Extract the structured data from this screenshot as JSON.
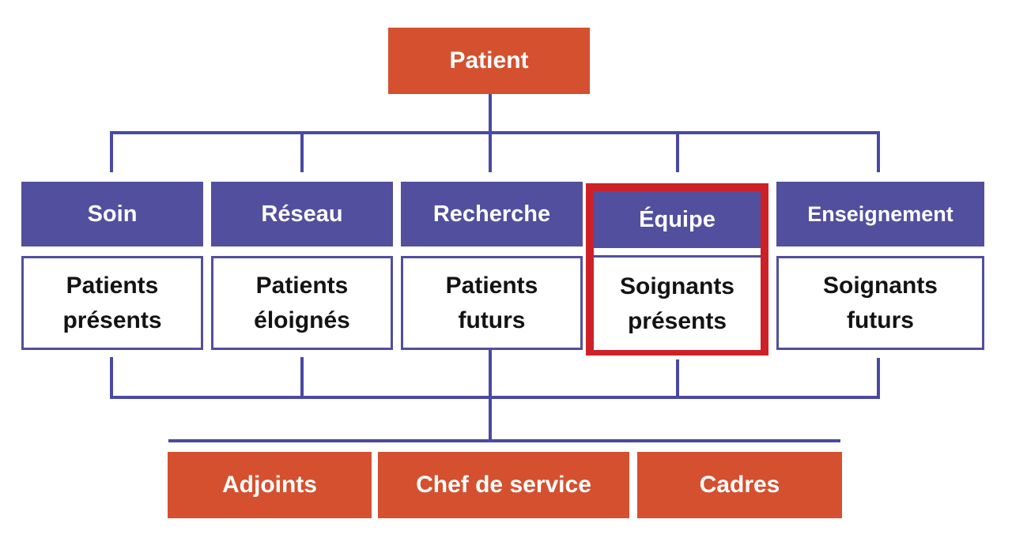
{
  "diagram": {
    "root": {
      "label": "Patient"
    },
    "columns": [
      {
        "header": "Soin",
        "sub_line1": "Patients",
        "sub_line2": "présents",
        "highlighted": false
      },
      {
        "header": "Réseau",
        "sub_line1": "Patients",
        "sub_line2": "éloignés",
        "highlighted": false
      },
      {
        "header": "Recherche",
        "sub_line1": "Patients",
        "sub_line2": "futurs",
        "highlighted": false
      },
      {
        "header": "Équipe",
        "sub_line1": "Soignants",
        "sub_line2": "présents",
        "highlighted": true
      },
      {
        "header": "Enseignement",
        "sub_line1": "Soignants",
        "sub_line2": "futurs",
        "highlighted": false
      }
    ],
    "bottom_row": [
      {
        "label": "Adjoints"
      },
      {
        "label": "Chef de service"
      },
      {
        "label": "Cadres"
      }
    ],
    "colors": {
      "accent_orange": "#D5502F",
      "indigo_box": "#514F9E",
      "connector_blue": "#4A49A3",
      "highlight_red": "#CE2127",
      "text_dark": "#131313",
      "text_light": "#FFFFFF"
    }
  }
}
